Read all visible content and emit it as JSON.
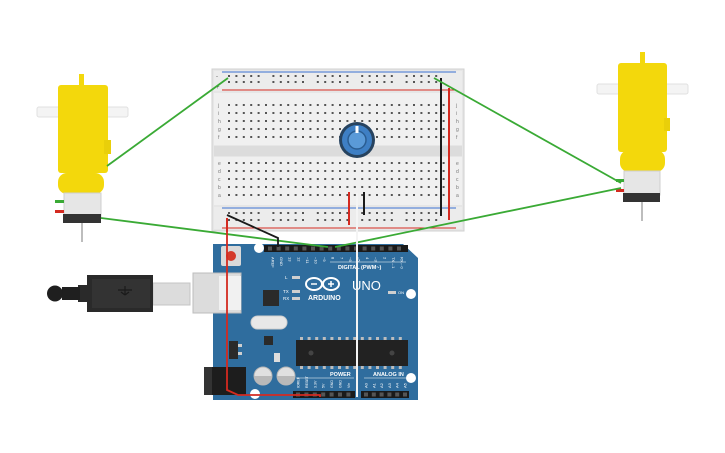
{
  "board": {
    "brand": "ARDUINO",
    "model": "UNO",
    "digital_header": "DIGITAL (PWM~)",
    "power_header": "POWER",
    "analog_header": "ANALOG IN",
    "on_label": "ON",
    "led_labels": [
      "L",
      "TX",
      "RX"
    ],
    "digital_pins": [
      "AREF",
      "GND",
      "13",
      "12",
      "~11",
      "~10",
      "~9",
      "8",
      "7",
      "~6",
      "~5",
      "4",
      "~3",
      "2",
      "TX→1",
      "RX←0"
    ],
    "power_pins": [
      "IOREF",
      "RESET",
      "3.3V",
      "5V",
      "GND",
      "GND",
      "Vin"
    ],
    "analog_pins": [
      "A0",
      "A1",
      "A2",
      "A3",
      "A4",
      "A5"
    ]
  },
  "breadboard": {
    "row_letters_top": [
      "j",
      "i",
      "h",
      "g",
      "f"
    ],
    "row_letters_bottom": [
      "e",
      "d",
      "c",
      "b",
      "a"
    ],
    "rail_plus": "+",
    "rail_minus": "-"
  },
  "colors": {
    "wire_green": "#3aaa35",
    "wire_red": "#d42a20",
    "wire_black": "#1a1a1a",
    "wire_white": "#f4f4f4",
    "board_blue": "#2f6d9e",
    "motor_yellow": "#f3d80c",
    "pot_blue": "#3e7fc4"
  }
}
